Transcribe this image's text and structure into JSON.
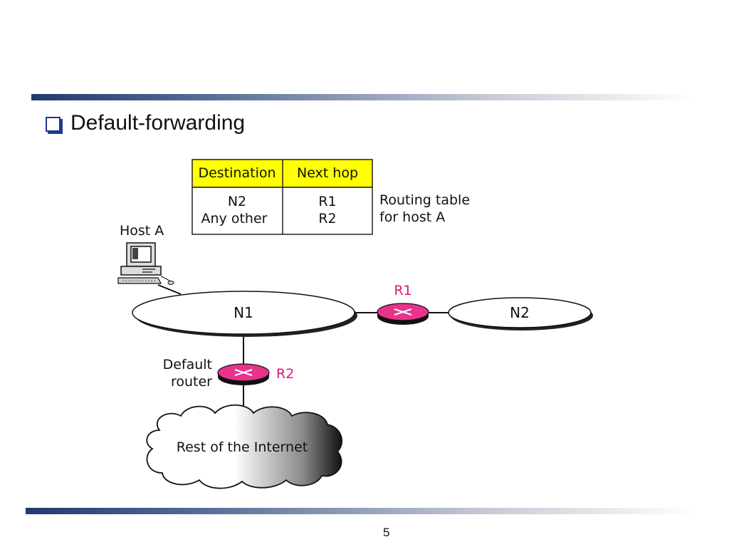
{
  "slide": {
    "title": "Default-forwarding",
    "page_number": "5"
  },
  "routing_table": {
    "headers": [
      "Destination",
      "Next hop"
    ],
    "rows": [
      [
        "N2",
        "R1"
      ],
      [
        "Any other",
        "R2"
      ]
    ],
    "caption_line1": "Routing table",
    "caption_line2": "for host A"
  },
  "nodes": {
    "host_label": "Host A",
    "network1": "N1",
    "network2": "N2",
    "router1": "R1",
    "router2": "R2",
    "default_router_line1": "Default",
    "default_router_line2": "router",
    "internet": "Rest of the Internet"
  },
  "colors": {
    "header_fill": "#ffff00",
    "router_fill": "#e8338a",
    "router_label": "#e0147a",
    "bar_dark": "#1f3a6e"
  }
}
